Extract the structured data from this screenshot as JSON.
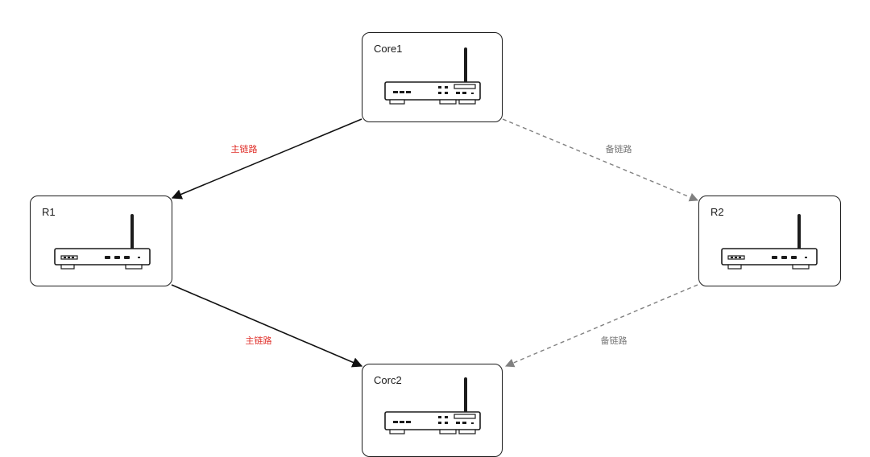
{
  "nodes": {
    "core1": {
      "label": "Core1",
      "icon": "router-icon"
    },
    "r1": {
      "label": "R1",
      "icon": "router-icon"
    },
    "r2": {
      "label": "R2",
      "icon": "router-icon"
    },
    "core2": {
      "label": "Corc2",
      "icon": "router-icon"
    }
  },
  "links": {
    "core1_r1": {
      "label": "主链路",
      "style": "primary",
      "color": "#e0302a"
    },
    "r1_core2": {
      "label": "主链路",
      "style": "primary",
      "color": "#e0302a"
    },
    "core1_r2": {
      "label": "备链路",
      "style": "backup",
      "color": "#777777"
    },
    "r2_core2": {
      "label": "备链路",
      "style": "backup",
      "color": "#777777"
    }
  },
  "colors": {
    "primary_line": "#111111",
    "backup_line": "#808080",
    "primary_label": "#e0302a",
    "backup_label": "#777777"
  }
}
